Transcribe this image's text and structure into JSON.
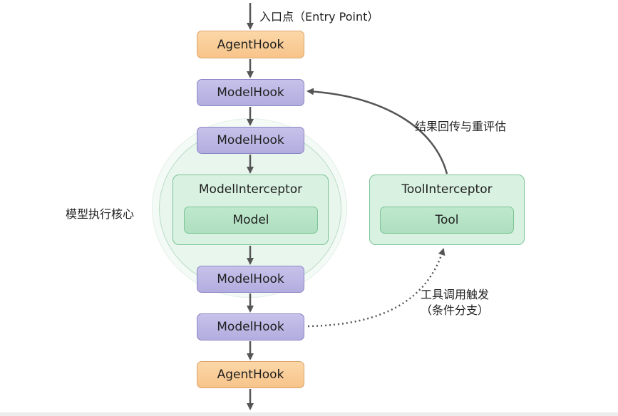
{
  "entry_label": "入口点（Entry Point）",
  "core_label": "模型执行核心",
  "feedback_label": "结果回传与重评估",
  "tool_call_label_line1": "工具调用触发",
  "tool_call_label_line2": "（条件分支）",
  "nodes": {
    "agent_hook_top": "AgentHook",
    "model_hook_1": "ModelHook",
    "model_hook_2": "ModelHook",
    "model_interceptor": "ModelInterceptor",
    "model": "Model",
    "model_hook_3": "ModelHook",
    "model_hook_4": "ModelHook",
    "agent_hook_bottom": "AgentHook",
    "tool_interceptor": "ToolInterceptor",
    "tool": "Tool"
  },
  "colors": {
    "agent_hook": "#f7c48a",
    "model_hook": "#b2addf",
    "interceptor": "#d8f1e1",
    "arrow": "#555555"
  }
}
